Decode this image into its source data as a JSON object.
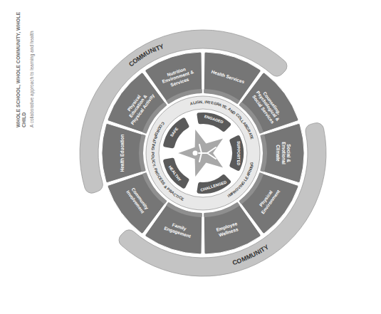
{
  "diagram": {
    "title": "WHOLE SCHOOL, WHOLE COMMUNITY, WHOLE CHILD",
    "nodes": [
      {
        "text": [
          "Health Education"
        ]
      },
      {
        "text": [
          "Physical Education & Physical Activity"
        ]
      },
      {
        "text": [
          "Nutrition Environment & Services"
        ]
      },
      {
        "text": [
          "Health Services"
        ]
      },
      {
        "text": [
          "Counseling, Psychological & Social Services"
        ]
      },
      {
        "text": [
          "Social & Emotional Climate"
        ]
      },
      {
        "text": [
          "Physical Environment"
        ]
      },
      {
        "text": [
          "Employee Wellness"
        ]
      },
      {
        "text": [
          "Family Engagement"
        ]
      },
      {
        "text": [
          "Community Involvement"
        ]
      }
    ],
    "labels": [
      "A collaborative approach to learning and health",
      "HEALTHY",
      "SAFE",
      "ENGAGED",
      "SUPPORTED",
      "CHALLENGED",
      "COORDINATING POLICY, PROCESS & PRACTICE",
      "ALIGN, INTEGRATE, AND COLLABORATE",
      "IMPROVING LEARNING",
      "COMMUNITY",
      "COMMUNITY"
    ]
  }
}
